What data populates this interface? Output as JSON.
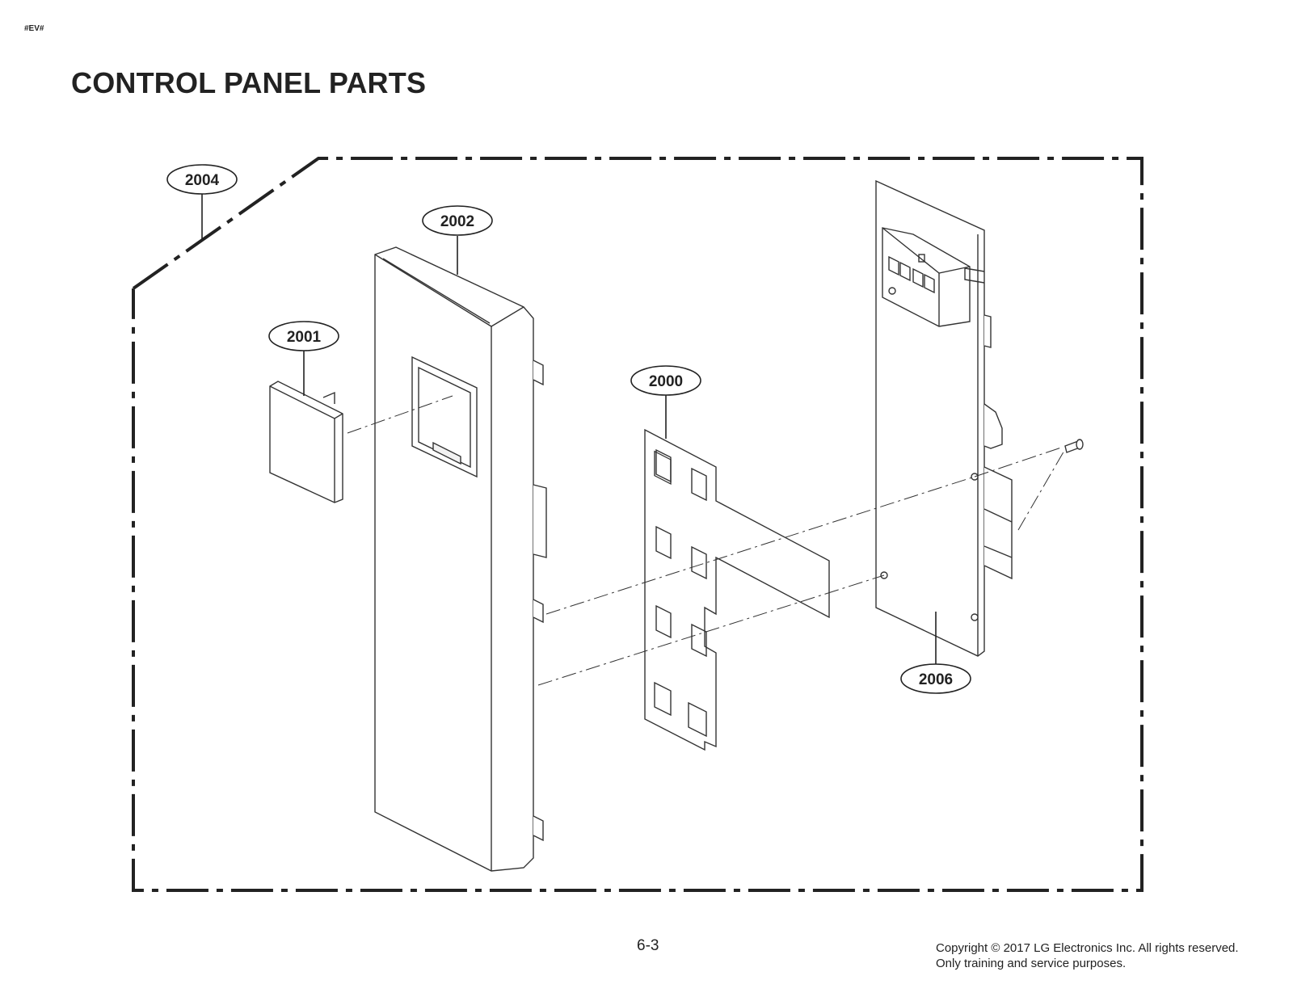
{
  "header": {
    "tag": "#EV#",
    "title": "CONTROL PANEL PARTS"
  },
  "diagram": {
    "callouts": [
      {
        "id": "2004",
        "label": "2004"
      },
      {
        "id": "2002",
        "label": "2002"
      },
      {
        "id": "2001",
        "label": "2001"
      },
      {
        "id": "2000",
        "label": "2000"
      },
      {
        "id": "2006",
        "label": "2006"
      }
    ]
  },
  "footer": {
    "page_number": "6-3",
    "copyright_line1": "Copyright © 2017 LG Electronics Inc. All rights reserved.",
    "copyright_line2": "Only training and service purposes."
  }
}
